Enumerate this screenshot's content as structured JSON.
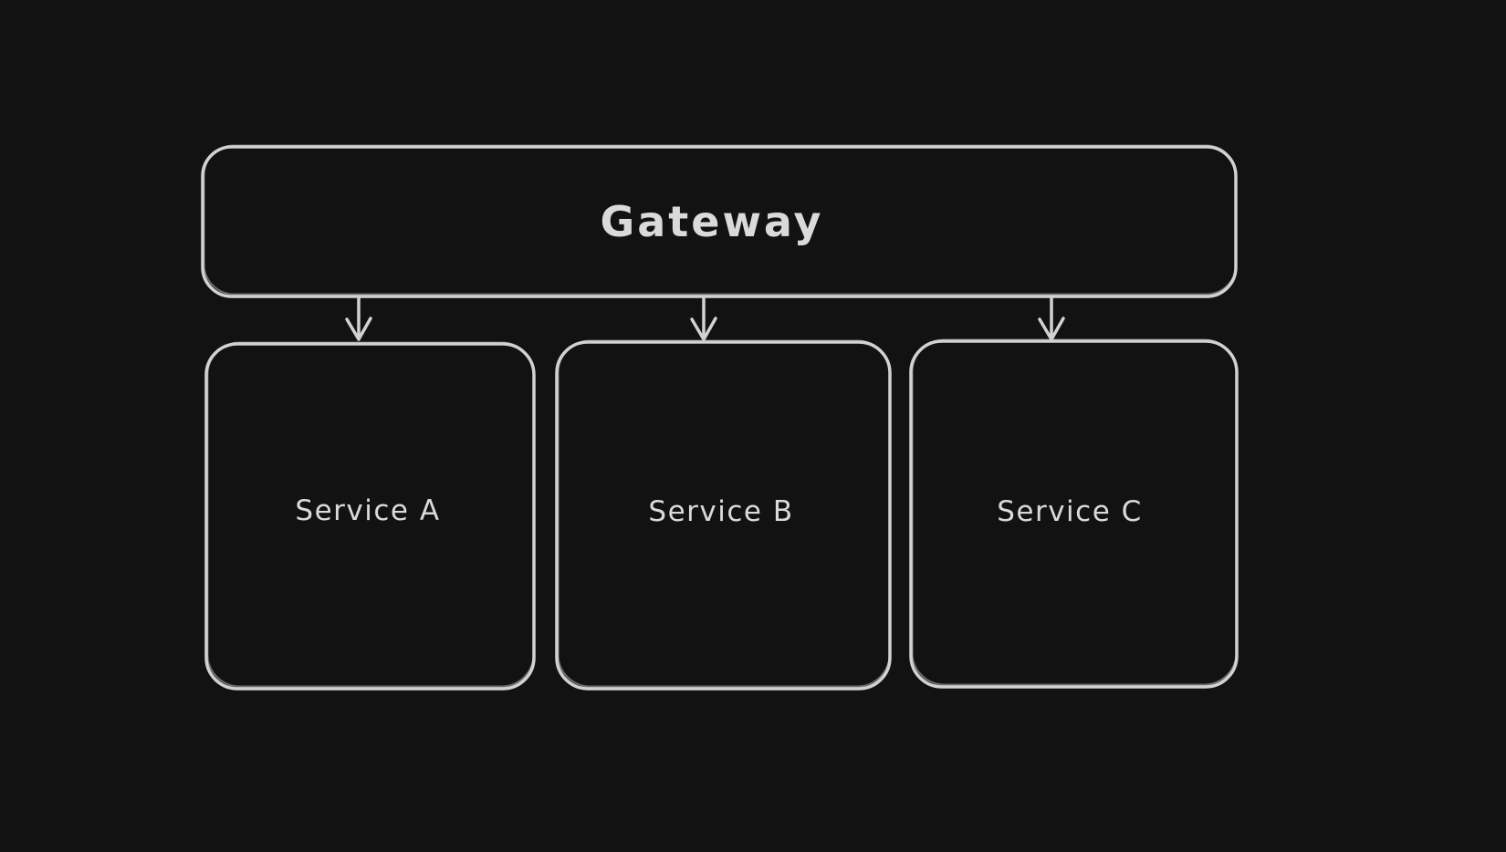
{
  "canvas": {
    "background_color": "#121212",
    "stroke_color": "#d2d2d2",
    "text_color": "#dadada",
    "style": "hand-drawn-sketch"
  },
  "diagram": {
    "type": "flowchart",
    "direction": "top-down",
    "nodes": [
      {
        "id": "gateway",
        "label": "Gateway",
        "shape": "rounded-rectangle"
      },
      {
        "id": "service-a",
        "label": "Service A",
        "shape": "rounded-rectangle"
      },
      {
        "id": "service-b",
        "label": "Service B",
        "shape": "rounded-rectangle"
      },
      {
        "id": "service-c",
        "label": "Service C",
        "shape": "rounded-rectangle"
      }
    ],
    "edges": [
      {
        "from": "gateway",
        "to": "service-a",
        "style": "arrow-down"
      },
      {
        "from": "gateway",
        "to": "service-b",
        "style": "arrow-down"
      },
      {
        "from": "gateway",
        "to": "service-c",
        "style": "arrow-down"
      }
    ]
  }
}
